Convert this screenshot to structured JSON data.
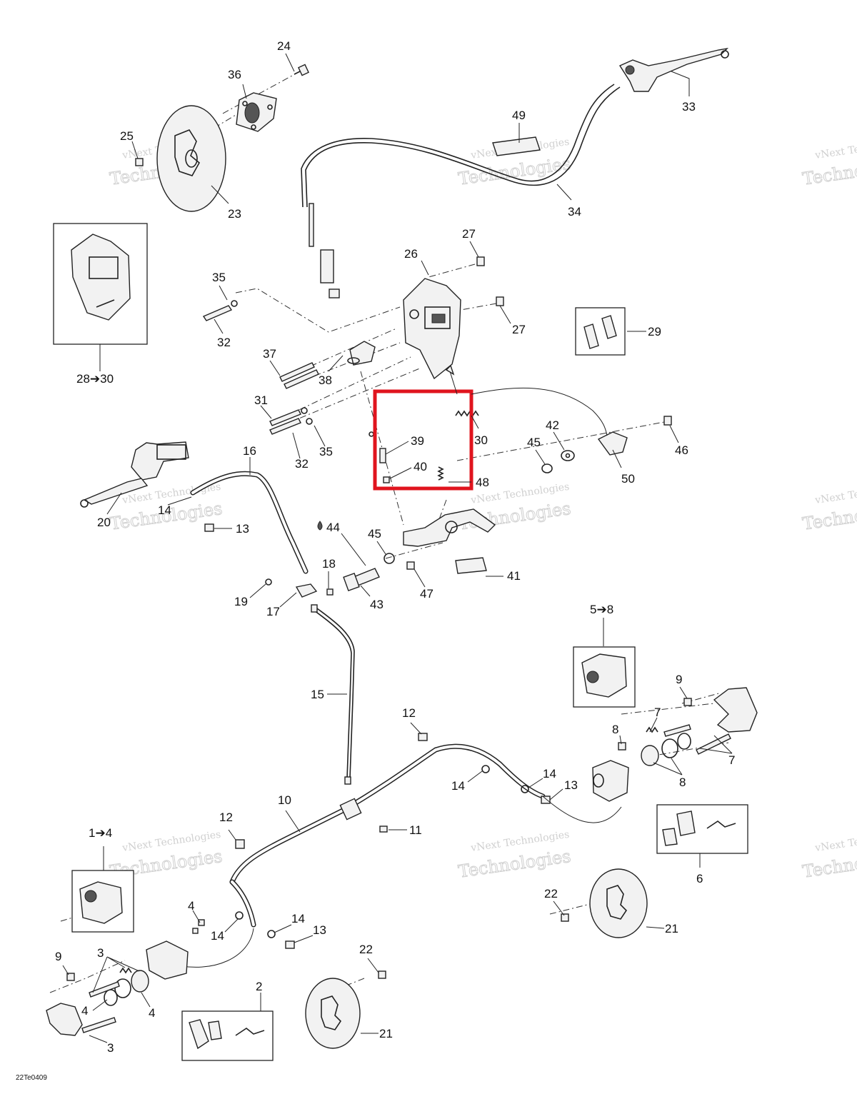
{
  "diagram_code": "22Te0409",
  "watermark": {
    "line1": "vNext Technologies",
    "line2": "Technologies"
  },
  "callouts": {
    "c24": "24",
    "c36": "36",
    "c25": "25",
    "c23": "23",
    "c33": "33",
    "c49": "49",
    "c34": "34",
    "c2830": "28➔30",
    "c35a": "35",
    "c32a": "32",
    "c26": "26",
    "c27a": "27",
    "c27b": "27",
    "c29": "29",
    "c37": "37",
    "c38": "38",
    "c31": "31",
    "c32b": "32",
    "c35b": "35",
    "c39": "39",
    "c40": "40",
    "c30": "30",
    "c48": "48",
    "c42": "42",
    "c45a": "45",
    "c46": "46",
    "c50": "50",
    "c16": "16",
    "c20": "20",
    "c14a": "14",
    "c13a": "13",
    "c44": "44",
    "c45b": "45",
    "c41": "41",
    "c18": "18",
    "c19": "19",
    "c17": "17",
    "c43": "43",
    "c47": "47",
    "c58": "5➔8",
    "c9a": "9",
    "c7a": "7",
    "c8a": "8",
    "c7b": "7",
    "c8b": "8",
    "c15": "15",
    "c12a": "12",
    "c14b": "14",
    "c14c": "14",
    "c13b": "13",
    "c10": "10",
    "c11": "11",
    "c6": "6",
    "c12b": "12",
    "c14": "1➔4",
    "c22a": "22",
    "c21a": "21",
    "c4a": "4",
    "c14d": "14",
    "c13c": "13",
    "c14e": "14",
    "c9b": "9",
    "c3a": "3",
    "c22b": "22",
    "c2": "2",
    "c4b": "4",
    "c4c": "4",
    "c3b": "3",
    "c21b": "21"
  },
  "highlight_color": "#e0141e"
}
